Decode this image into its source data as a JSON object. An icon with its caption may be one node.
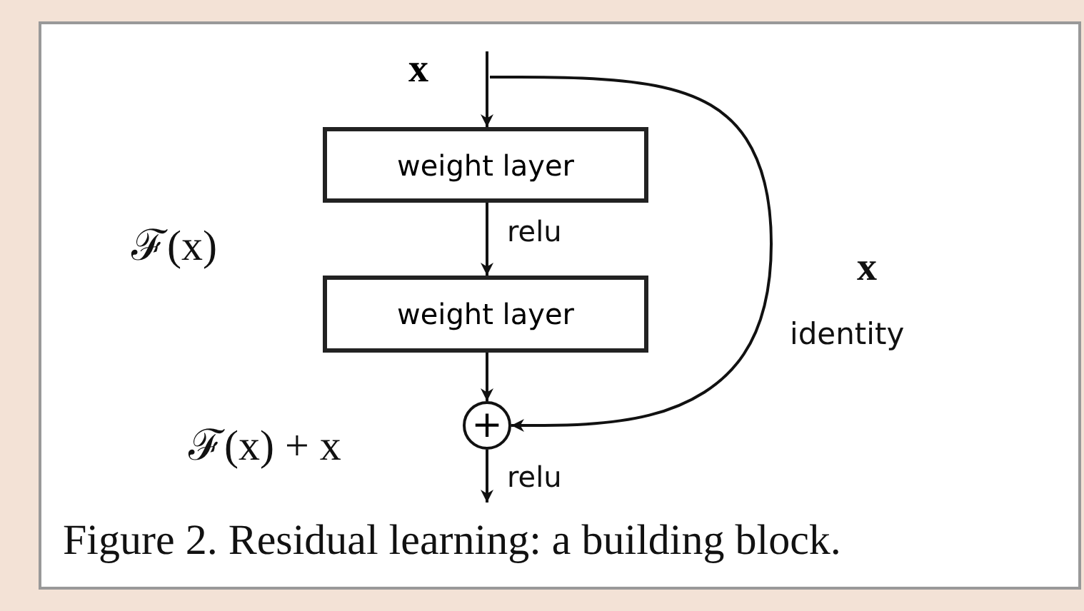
{
  "diagram": {
    "caption": "Figure 2. Residual learning: a building block.",
    "nodes": [
      {
        "text": [
          "x"
        ]
      },
      {
        "text": [
          "weight layer"
        ]
      },
      {
        "text": [
          "weight layer"
        ]
      },
      {
        "text": [
          "+"
        ]
      }
    ],
    "edges": [
      {
        "from": 0,
        "to": 1,
        "arrow": "to"
      },
      {
        "from": 1,
        "to": 2,
        "arrow": "to",
        "label": "relu"
      },
      {
        "from": 2,
        "to": 3,
        "arrow": "to"
      },
      {
        "from": 0,
        "to": 3,
        "arrow": "to"
      },
      {
        "from": 3,
        "to": null,
        "arrow": "to",
        "label": "relu"
      }
    ],
    "labels": [
      "ℱ(x)",
      "x",
      "identity",
      "ℱ(x) + x"
    ]
  }
}
